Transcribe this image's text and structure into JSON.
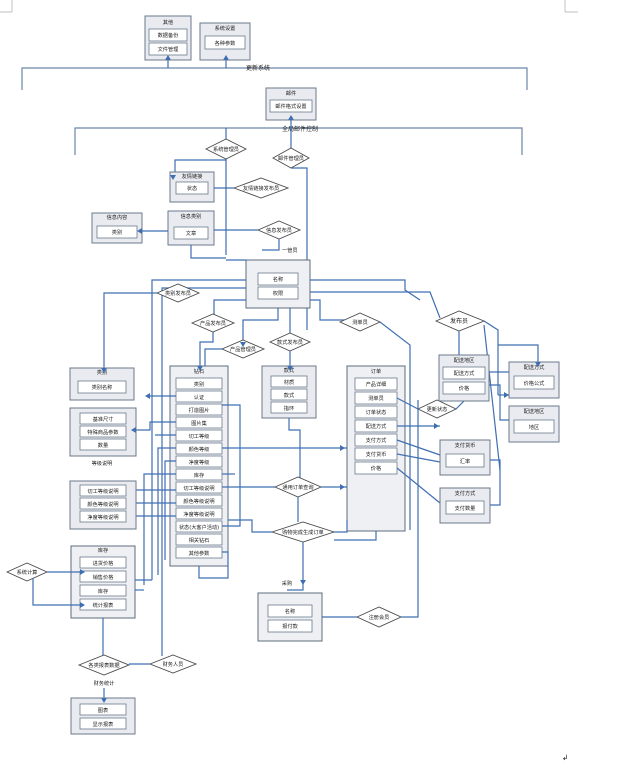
{
  "sections": {
    "update_system": "更新系统",
    "global_mail": "全局邮件控制",
    "purchase": "采购",
    "finance_stats": "财务统计",
    "grade_explain": "等级说明"
  },
  "boxes": {
    "other": {
      "title": "其他",
      "items": [
        "数据备份",
        "文件管理"
      ]
    },
    "system_settings": {
      "title": "系统设置",
      "items": [
        "各种参数"
      ]
    },
    "mail": {
      "title": "邮件",
      "items": [
        "邮件格式设置"
      ]
    },
    "friend_links": {
      "title": "友情链接",
      "items": [
        "状态"
      ]
    },
    "info_content": {
      "title": "信息内容",
      "items": [
        "类别"
      ]
    },
    "info_category": {
      "title": "信息类别",
      "items": [
        "文章"
      ]
    },
    "name_box": {
      "items": [
        "名称",
        "权限"
      ]
    },
    "style": {
      "title": "款式",
      "items": [
        "材质",
        "款式",
        "指环"
      ]
    },
    "order": {
      "title": "订单",
      "items": [
        "产品详细",
        "测单员",
        "订单状态",
        "配送方式",
        "支付方式",
        "支付货币",
        "价格"
      ]
    },
    "diamond": {
      "title": "钻石",
      "items": [
        "类别",
        "认证",
        "打造图片",
        "图片集",
        "切工等级",
        "颜色等级",
        "净度等级",
        "库存",
        "切工等级说明",
        "颜色等级说明",
        "净度等级说明",
        "状态(大客户活动)",
        "相关钻石",
        "其他参数"
      ]
    },
    "category": {
      "title": "类别",
      "items": [
        "类别名称"
      ]
    },
    "grade_params": {
      "items": [
        "基准尺寸",
        "特殊商品参数",
        "数量"
      ]
    },
    "grade_desc": {
      "items": [
        "切工等级说明",
        "颜色等级说明",
        "净度等级说明"
      ]
    },
    "inventory": {
      "title": "库存",
      "items": [
        "进货价格",
        "销售价格",
        "库存",
        "统计报表"
      ]
    },
    "reports": {
      "items": [
        "图表",
        "显示报表"
      ]
    },
    "purchase_box": {
      "items": [
        "名称",
        "报付款"
      ]
    },
    "delivery_region": {
      "title": "配送地区",
      "items": [
        "配送方式",
        "价格"
      ]
    },
    "delivery_method": {
      "title": "配送方式",
      "items": [
        "价格公式"
      ]
    },
    "delivery_region2": {
      "title": "配送地区",
      "items": [
        "地区"
      ]
    },
    "pay_currency": {
      "title": "支付货币",
      "items": [
        "汇率"
      ]
    },
    "pay_method": {
      "title": "支付方式",
      "items": [
        "支付数量"
      ]
    }
  },
  "diamonds": {
    "sys_admin": "系统管理员",
    "mail_admin": "邮件管理员",
    "link_publisher": "友情链接发布员",
    "info_publisher": "信息发布员",
    "category_publisher": "类别发布员",
    "product_publisher": "产品发布员",
    "product_manager": "产品管理员",
    "style_publisher": "款式发布员",
    "order_reviewer": "测单员",
    "publisher": "发布员",
    "change_status": "更新状态",
    "order_query": "通用订单查询",
    "purchase_order": "购物完成生成订单",
    "registered_member": "注册会员",
    "system_calc": "系统计算",
    "financial_report": "各类报表数据",
    "finance_staff": "财务人员",
    "manager": "管理员"
  },
  "corner_mark": "↲"
}
